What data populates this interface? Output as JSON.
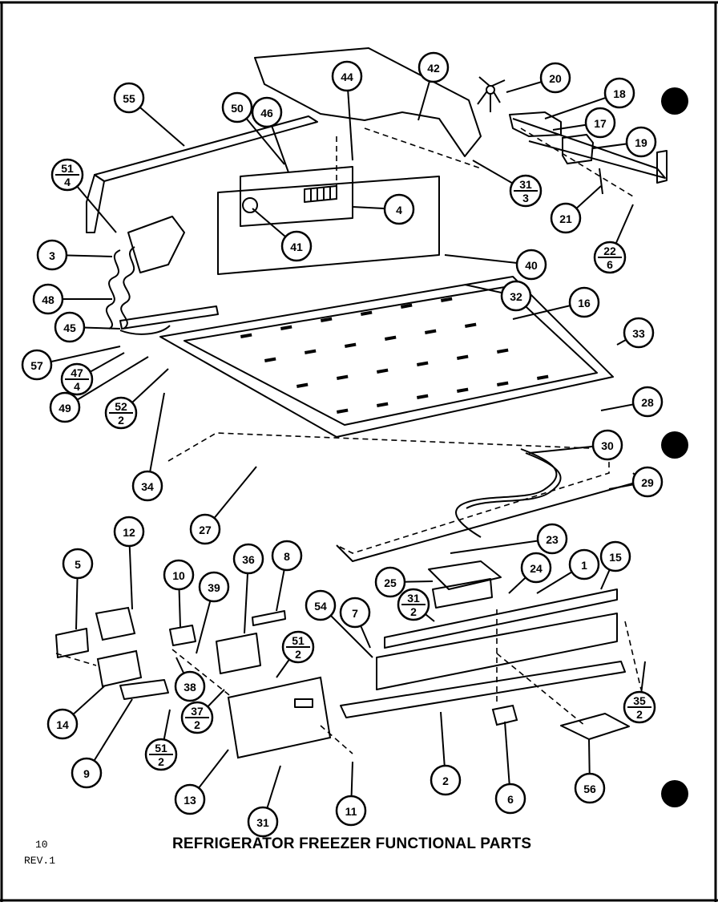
{
  "title": "REFRIGERATOR FREEZER FUNCTIONAL PARTS",
  "page_number": "10",
  "revision": "REV.1",
  "callouts": [
    {
      "label": "42"
    },
    {
      "label": "44"
    },
    {
      "label": "20"
    },
    {
      "label": "55"
    },
    {
      "label": "50"
    },
    {
      "label": "46"
    },
    {
      "label": "18"
    },
    {
      "label": "17"
    },
    {
      "label": "19"
    },
    {
      "label": "4"
    },
    {
      "label": "41"
    },
    {
      "label": "21"
    },
    {
      "label": "3"
    },
    {
      "label": "40"
    },
    {
      "label": "48"
    },
    {
      "label": "32"
    },
    {
      "label": "16"
    },
    {
      "label": "45"
    },
    {
      "label": "33"
    },
    {
      "label": "57"
    },
    {
      "label": "49"
    },
    {
      "label": "28"
    },
    {
      "label": "30"
    },
    {
      "label": "34"
    },
    {
      "label": "29"
    },
    {
      "label": "27"
    },
    {
      "label": "12"
    },
    {
      "label": "5"
    },
    {
      "label": "36"
    },
    {
      "label": "8"
    },
    {
      "label": "10"
    },
    {
      "label": "39"
    },
    {
      "label": "23"
    },
    {
      "label": "1"
    },
    {
      "label": "15"
    },
    {
      "label": "54"
    },
    {
      "label": "7"
    },
    {
      "label": "25"
    },
    {
      "label": "24"
    },
    {
      "label": "14"
    },
    {
      "label": "38"
    },
    {
      "label": "9"
    },
    {
      "label": "13"
    },
    {
      "label": "2"
    },
    {
      "label": "6"
    },
    {
      "label": "56"
    },
    {
      "label": "11"
    },
    {
      "label": "31"
    }
  ],
  "fraction_callouts": [
    {
      "top": "51",
      "bottom": "4"
    },
    {
      "top": "31",
      "bottom": "3"
    },
    {
      "top": "22",
      "bottom": "6"
    },
    {
      "top": "47",
      "bottom": "4"
    },
    {
      "top": "52",
      "bottom": "2"
    },
    {
      "top": "31",
      "bottom": "2"
    },
    {
      "top": "51",
      "bottom": "2"
    },
    {
      "top": "37",
      "bottom": "2"
    },
    {
      "top": "51",
      "bottom": "2"
    },
    {
      "top": "35",
      "bottom": "2"
    }
  ]
}
